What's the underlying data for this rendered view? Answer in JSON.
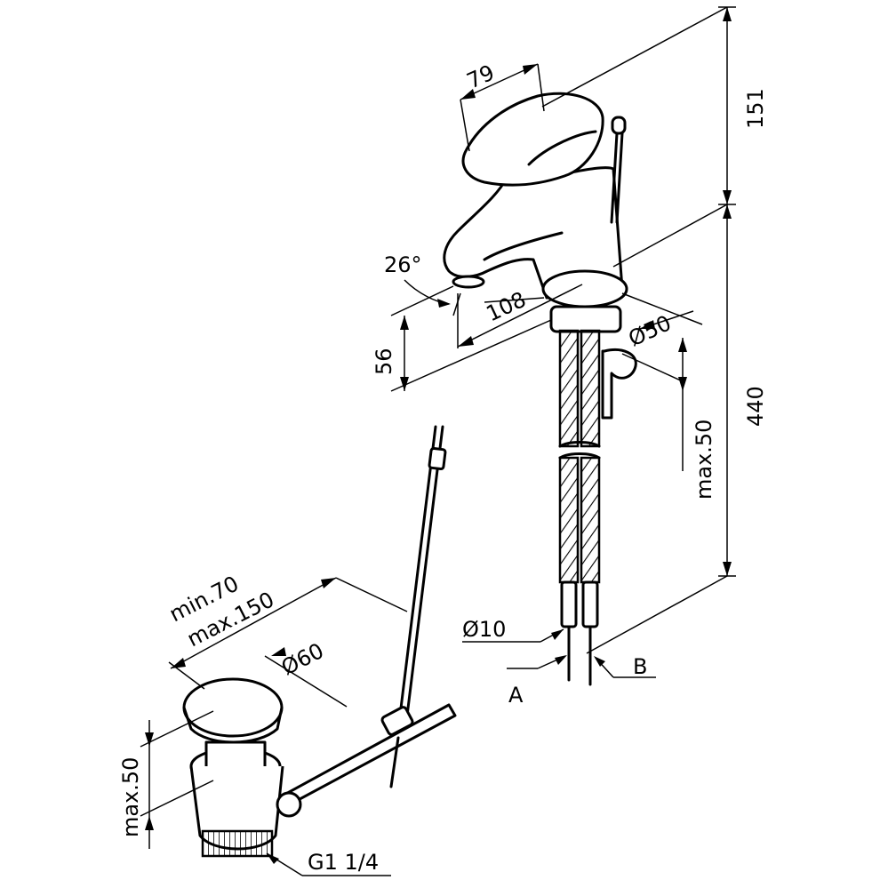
{
  "drawing": {
    "kind": "technical installation drawing",
    "line_color": "#000000",
    "background": "#ffffff"
  },
  "faucet": {
    "dimensions": {
      "handle_length": "79",
      "height_top": "151",
      "height_total": "440",
      "spout_angle": "26°",
      "spout_reach": "108",
      "spout_height": "56",
      "base_diameter": "Ø50",
      "deck_thickness": "max.50",
      "hose_diameter": "Ø10"
    },
    "connections": {
      "a": "A",
      "b": "B"
    }
  },
  "drain": {
    "dimensions": {
      "rod_min": "min.70",
      "rod_max": "max.150",
      "plug_diameter": "Ø60",
      "basin_thickness": "max.50",
      "thread": "G1 1/4"
    }
  }
}
